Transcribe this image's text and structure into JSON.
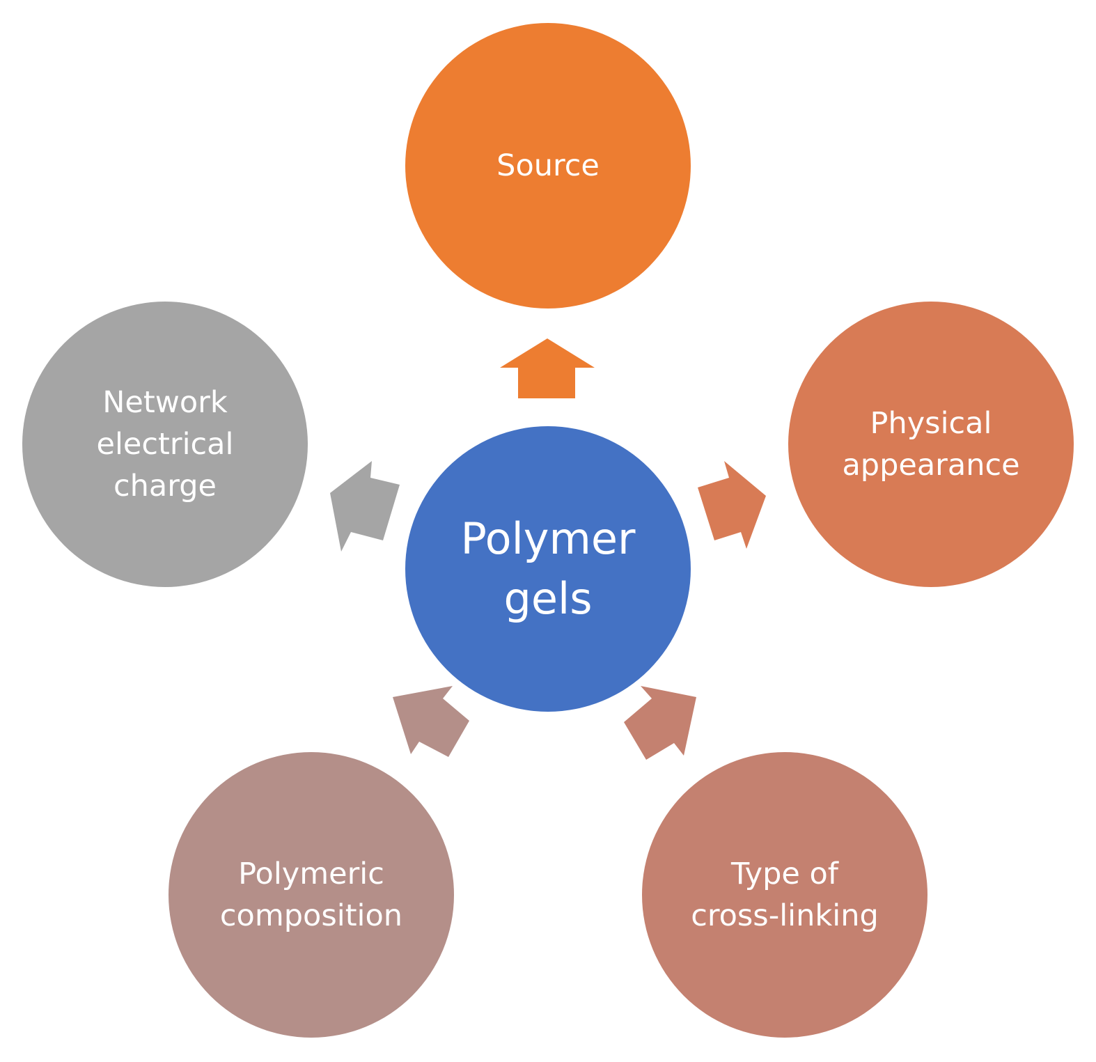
{
  "center": {
    "lines": [
      "Polymer",
      "gels"
    ],
    "color": "#4472C4"
  },
  "nodes": [
    {
      "id": "top",
      "lines": [
        "Source"
      ],
      "color": "#ED7D31"
    },
    {
      "id": "right",
      "lines": [
        "Physical",
        "appearance"
      ],
      "color": "#D87B55"
    },
    {
      "id": "bottom_right",
      "lines": [
        "Type of",
        "cross-linking"
      ],
      "color": "#C48170"
    },
    {
      "id": "bottom_left",
      "lines": [
        "Polymeric",
        "composition"
      ],
      "color": "#B48F89"
    },
    {
      "id": "left",
      "lines": [
        "Network",
        "electrical",
        "charge"
      ],
      "color": "#A5A5A5"
    }
  ]
}
